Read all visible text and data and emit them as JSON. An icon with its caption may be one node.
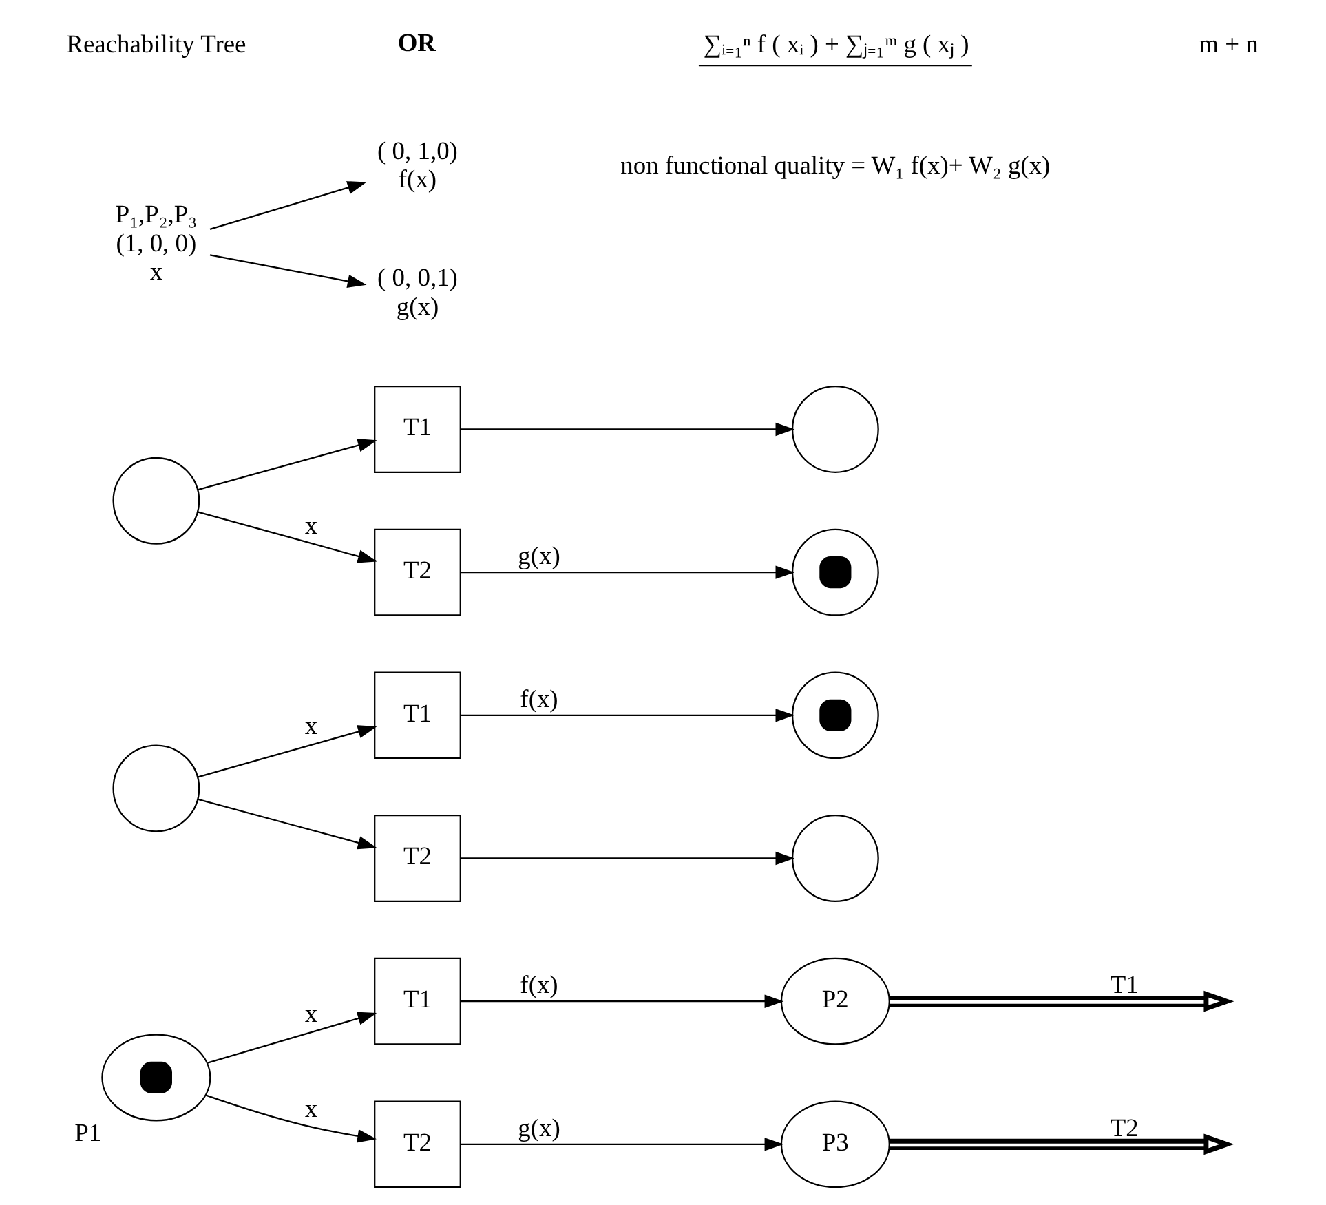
{
  "diagram": {
    "nodes": [
      {
        "text": [
          "P1"
        ]
      },
      {
        "text": [
          "T1"
        ]
      },
      {
        "text": [
          "P2"
        ]
      },
      {
        "text": [
          "T2"
        ]
      },
      {
        "text": [
          "P3"
        ]
      },
      {
        "text": [],
        "shape": "circle"
      },
      {
        "text": [
          "T1"
        ]
      },
      {
        "text": [],
        "shape": "circle"
      },
      {
        "text": [
          "T2"
        ]
      },
      {
        "text": [],
        "shape": "circle"
      },
      {
        "text": [],
        "shape": "circle"
      },
      {
        "text": [
          "T1"
        ]
      },
      {
        "text": [],
        "shape": "circle"
      },
      {
        "text": [
          "T2"
        ]
      },
      {
        "text": [],
        "shape": "circle"
      },
      {
        "text": [
          "P₁,P₂,P₃",
          "(1, 0, 0)",
          "x"
        ]
      },
      {
        "text": [
          "( 0, 1,0)",
          "f(x)"
        ]
      },
      {
        "text": [
          "( 0, 0,1)",
          "g(x)"
        ]
      }
    ],
    "edges": [
      {
        "from": 0,
        "to": 1,
        "arrow": "to",
        "label": "x"
      },
      {
        "from": 0,
        "to": 3,
        "arrow": "to",
        "label": "x"
      },
      {
        "from": 1,
        "to": 2,
        "arrow": "to",
        "label": "f(x)"
      },
      {
        "from": 3,
        "to": 4,
        "arrow": "to",
        "label": "g(x)"
      },
      {
        "from": 2,
        "to": null,
        "arrow": "to",
        "label": "T1",
        "style": "thick"
      },
      {
        "from": 4,
        "to": null,
        "arrow": "to",
        "label": "T2",
        "style": "thick"
      },
      {
        "from": 5,
        "to": 6,
        "arrow": "to",
        "label": "x"
      },
      {
        "from": 6,
        "to": 7,
        "arrow": "to",
        "label": "f(x)"
      },
      {
        "from": 5,
        "to": 8,
        "arrow": "to"
      },
      {
        "from": 8,
        "to": 9,
        "arrow": "to"
      },
      {
        "from": 10,
        "to": 11,
        "arrow": "to"
      },
      {
        "from": 11,
        "to": 12,
        "arrow": "to"
      },
      {
        "from": 10,
        "to": 13,
        "arrow": "to",
        "label": "x"
      },
      {
        "from": 13,
        "to": 14,
        "arrow": "to",
        "label": "g(x)"
      },
      {
        "from": 15,
        "to": 16,
        "arrow": "to"
      },
      {
        "from": 15,
        "to": 17,
        "arrow": "to"
      }
    ],
    "labels": [
      "non functional quality = W₁ f(x)+ W₂ g(x)",
      "Reachability Tree",
      "OR",
      "∑ᵢ₌₁ⁿ f ( xᵢ ) + ∑ⱼ₌₁ᵐ g ( xⱼ )",
      "m + n"
    ]
  }
}
